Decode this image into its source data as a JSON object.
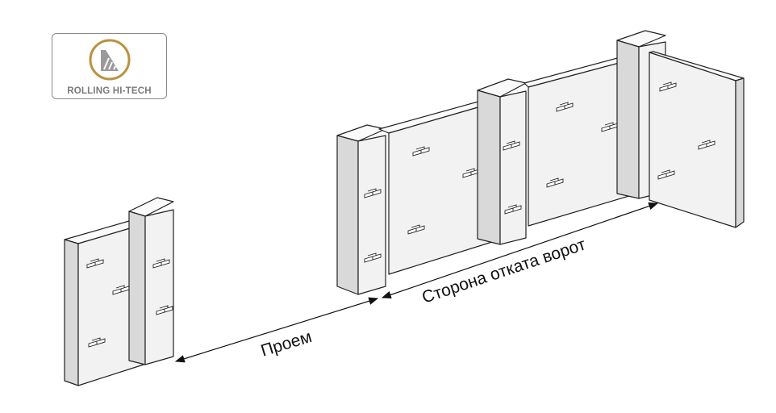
{
  "logo": {
    "text": "ROLLING HI-TECH",
    "ring_color": "#b8923e"
  },
  "labels": {
    "opening": "Проем",
    "rollback_side": "Сторона отката ворот"
  }
}
